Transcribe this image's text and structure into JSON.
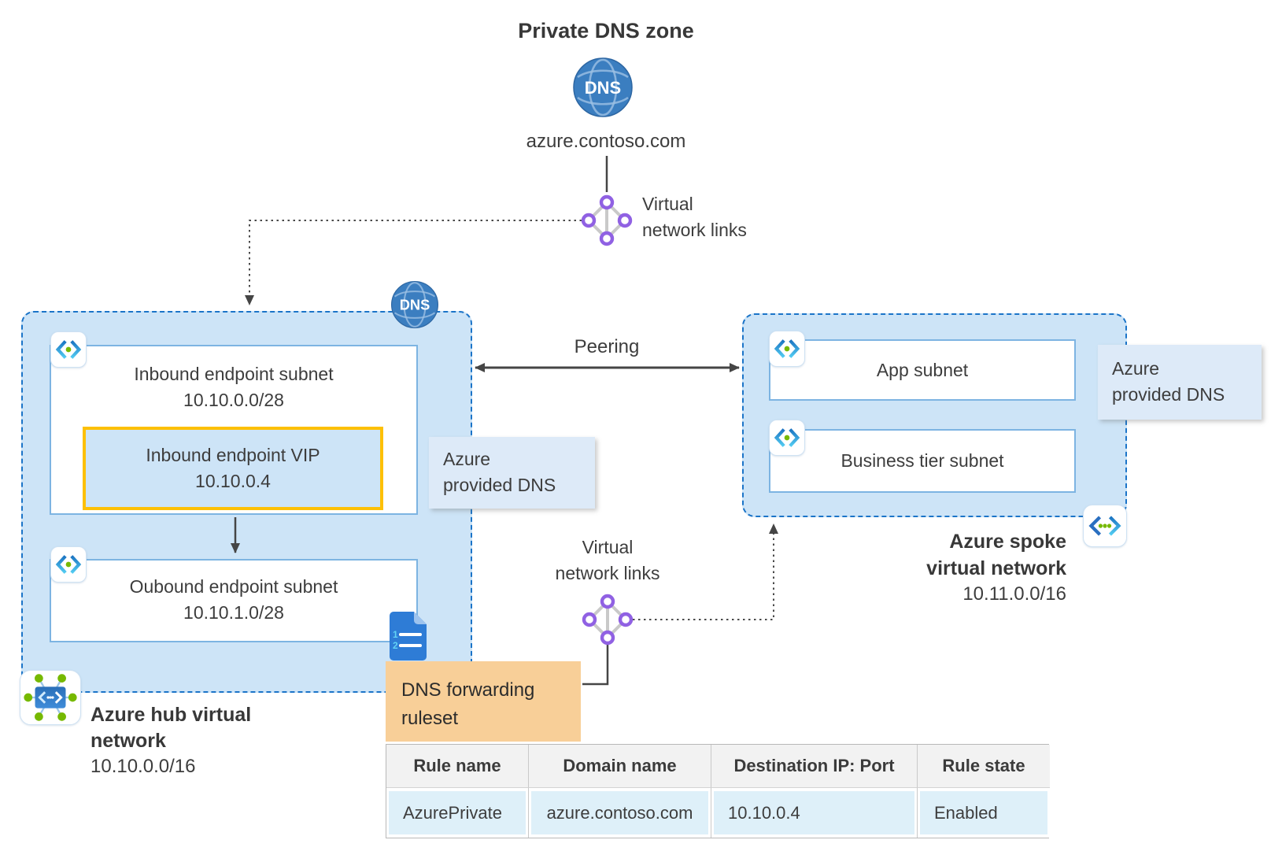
{
  "title": "Private DNS zone",
  "dns_zone": {
    "globe_label": "DNS",
    "domain": "azure.contoso.com"
  },
  "vnl_top": {
    "line1": "Virtual",
    "line2": "network links"
  },
  "hub": {
    "inbound_subnet": {
      "name": "Inbound endpoint subnet",
      "cidr": "10.10.0.0/28"
    },
    "vip": {
      "name": "Inbound endpoint VIP",
      "ip": "10.10.0.4"
    },
    "outbound_subnet": {
      "name": "Oubound endpoint subnet",
      "cidr": "10.10.1.0/28"
    },
    "name_line1": "Azure hub virtual",
    "name_line2": "network",
    "cidr": "10.10.0.0/16",
    "globe_label": "DNS"
  },
  "peering_label": "Peering",
  "azure_dns_left": {
    "line1": "Azure",
    "line2": "provided DNS"
  },
  "azure_dns_right": {
    "line1": "Azure",
    "line2": "provided DNS"
  },
  "spoke": {
    "app_subnet": "App subnet",
    "business_subnet": "Business tier subnet",
    "name_line1": "Azure spoke",
    "name_line2": "virtual network",
    "cidr": "10.11.0.0/16"
  },
  "vnl_bottom": {
    "line1": "Virtual",
    "line2": "network links"
  },
  "ruleset": {
    "line1": "DNS forwarding",
    "line2": "ruleset"
  },
  "table": {
    "headers": [
      "Rule name",
      "Domain name",
      "Destination IP: Port",
      "Rule state"
    ],
    "rows": [
      [
        "AzurePrivate",
        "azure.contoso.com",
        "10.10.0.4",
        "Enabled"
      ]
    ]
  },
  "colors": {
    "vnet_fill": "#cde4f7",
    "vnet_border": "#1b74c8",
    "vip_border": "#fdc006",
    "ruleset_fill": "#f8cf98",
    "dns_note_fill": "#ddeaf8",
    "table_row_fill": "#def0f9",
    "table_header_fill": "#f2f2f2",
    "link_purple": "#9061e3",
    "subnet_green": "#76b900",
    "globe_blue": "#3b7ec0",
    "arrow_gray": "#454545"
  }
}
